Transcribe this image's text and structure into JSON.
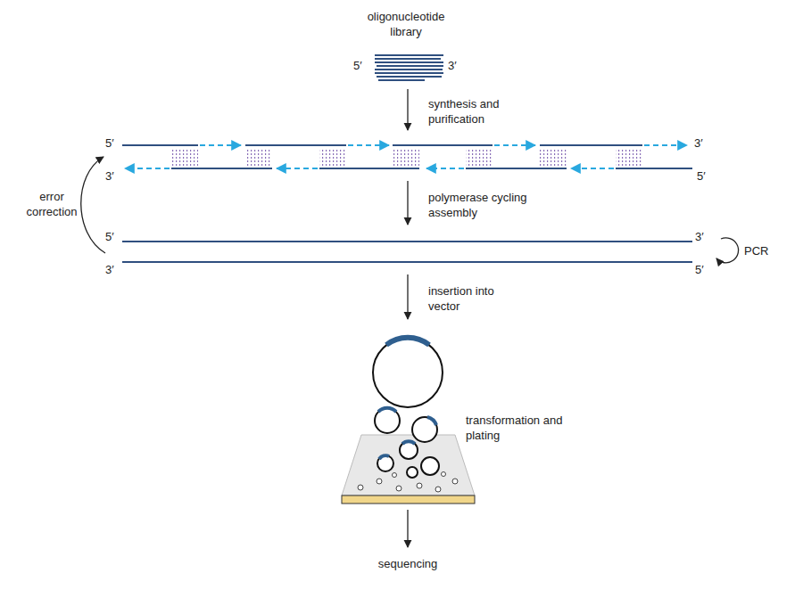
{
  "diagram": {
    "labels": [
      "oligonucleotide library",
      "5′",
      "3′",
      "synthesis and purification",
      "5′",
      "3′",
      "3′",
      "5′",
      "error correction",
      "polymerase cycling assembly",
      "5′",
      "3′",
      "PCR",
      "3′",
      "5′",
      "insertion into vector",
      "transformation and plating",
      "sequencing"
    ]
  }
}
